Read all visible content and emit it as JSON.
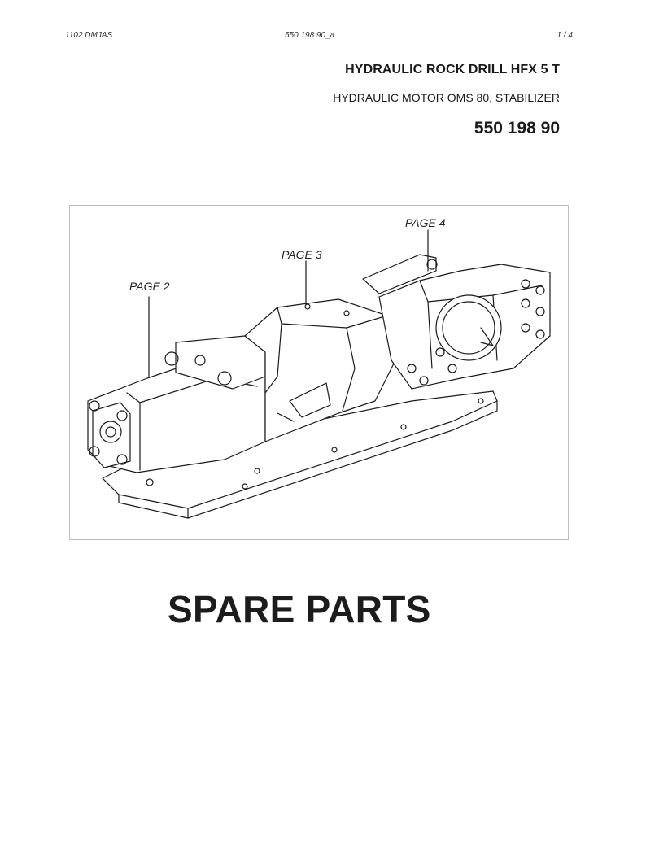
{
  "header": {
    "left": "1102 DMJAS",
    "center": "550 198 90_a",
    "right": "1 / 4"
  },
  "title": "HYDRAULIC ROCK DRILL HFX 5 T",
  "subtitle": "HYDRAULIC MOTOR OMS 80, STABILIZER",
  "part_number": "550 198 90",
  "figure": {
    "callouts": [
      {
        "label": "PAGE 4"
      },
      {
        "label": "PAGE 3"
      },
      {
        "label": "PAGE 2"
      }
    ]
  },
  "footer_title": "SPARE PARTS"
}
